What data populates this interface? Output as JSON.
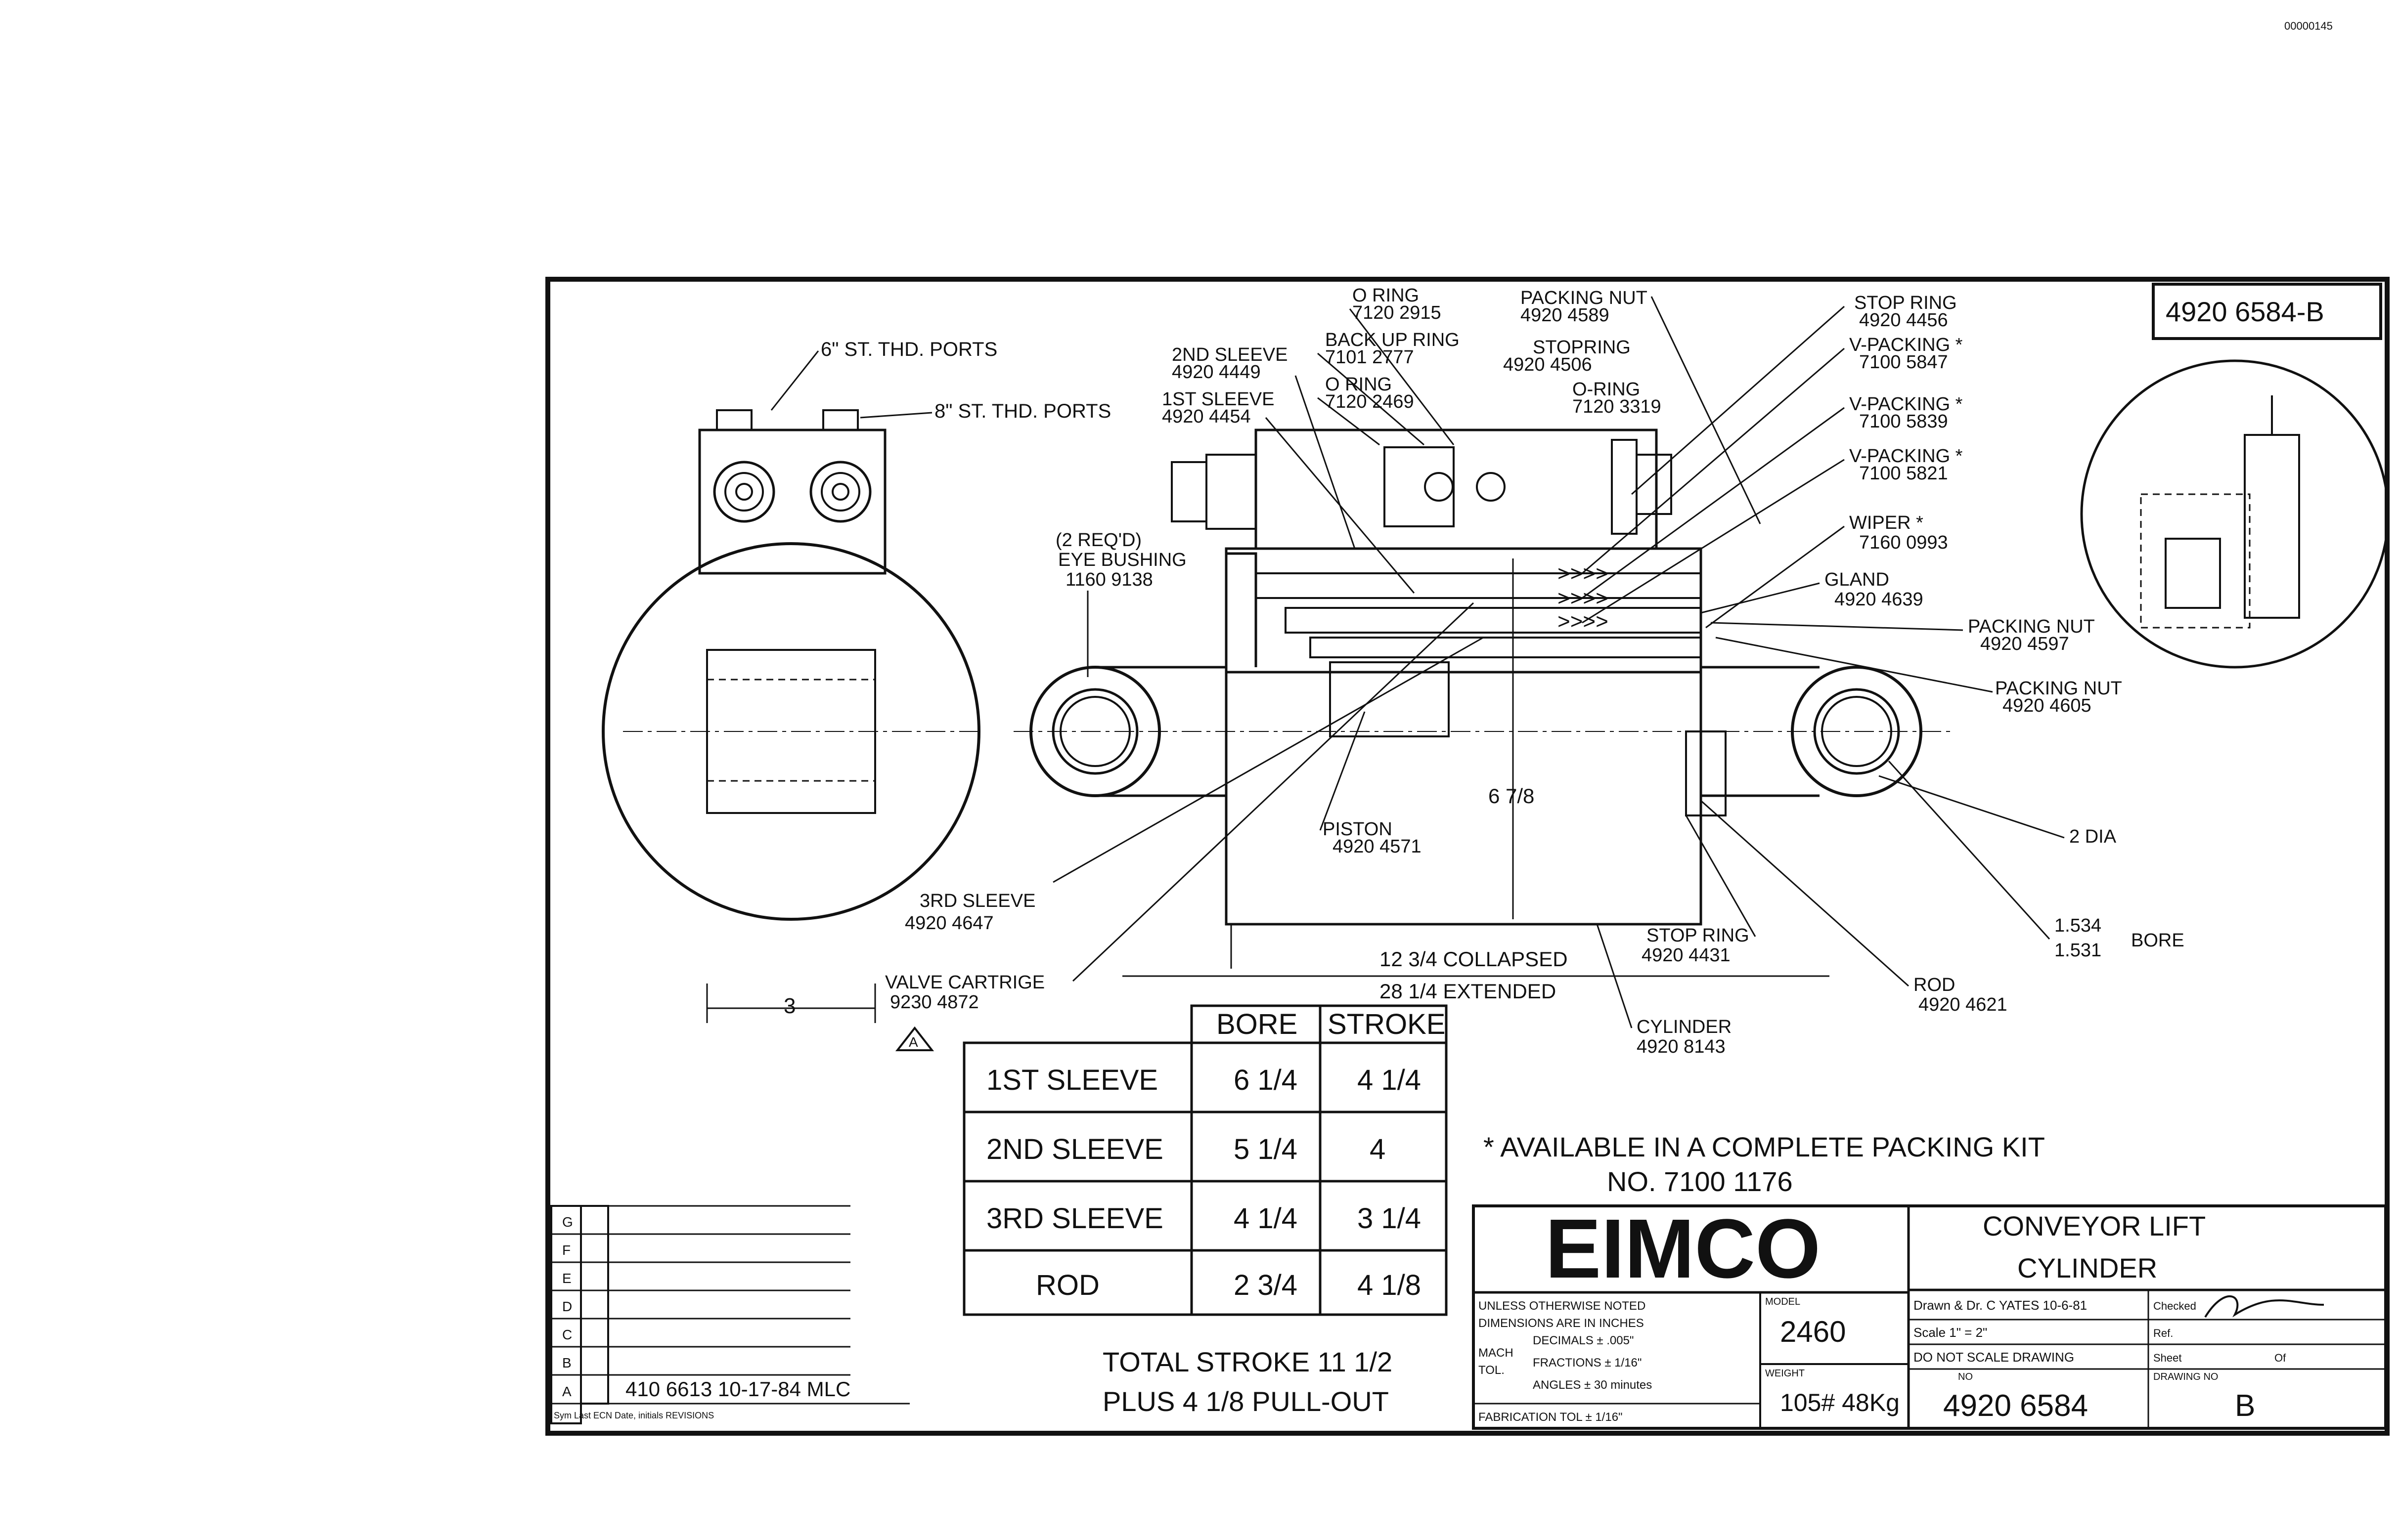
{
  "drawing": {
    "number_box": "4920 6584-B",
    "corner_stamp": "00000145",
    "ports": {
      "left": "6\" ST. THD. PORTS",
      "right": "8\" ST. THD. PORTS"
    },
    "top_view_dim": "3",
    "callouts": {
      "oring_a": "O RING",
      "oring_a_no": "7120 2915",
      "backup": "BACK UP RING",
      "backup_no": "7101 2777",
      "oring_b": "O RING",
      "oring_b_no": "7120 2469",
      "sleeve2": "2ND SLEEVE",
      "sleeve2_no": "4920 4449",
      "sleeve1": "1ST SLEEVE",
      "sleeve1_no": "4920 4454",
      "packing_nut_top": "PACKING NUT",
      "packing_nut_top_no": "4920 4589",
      "stopring_top": "STOPRING",
      "stopring_top_no": "4920 4506",
      "oring_c": "O-RING",
      "oring_c_no": "7120 3319",
      "stop_ring_r": "STOP RING",
      "stop_ring_r_no": "4920 4456",
      "vpack1": "V-PACKING *",
      "vpack1_no": "7100 5847",
      "vpack2": "V-PACKING *",
      "vpack2_no": "7100 5839",
      "vpack3": "V-PACKING *",
      "vpack3_no": "7100 5821",
      "wiper": "WIPER *",
      "wiper_no": "7160 0993",
      "gland": "GLAND",
      "gland_no": "4920 4639",
      "packnut2": "PACKING NUT",
      "packnut2_no": "4920 4597",
      "packnut3": "PACKING NUT",
      "packnut3_no": "4920 4605",
      "eye_req": "(2 REQ'D)",
      "eye": "EYE BUSHING",
      "eye_no": "1160 9138",
      "piston": "PISTON",
      "piston_no": "4920 4571",
      "sleeve3": "3RD SLEEVE",
      "sleeve3_no": "4920 4647",
      "valve": "VALVE CARTRIGE",
      "valve_no": "9230 4872",
      "rev_tri": "A",
      "dia": "2 DIA",
      "bore_top": "1.534",
      "bore_bot": "1.531",
      "bore": "BORE",
      "stop_ring_b": "STOP RING",
      "stop_ring_b_no": "4920 4431",
      "rod": "ROD",
      "rod_no": "4920 4621",
      "cylinder": "CYLINDER",
      "cylinder_no": "4920 8143",
      "height_dim": "6 7/8",
      "collapsed": "12 3/4 COLLAPSED",
      "extended": "28 1/4 EXTENDED"
    },
    "table": {
      "headers": [
        "BORE",
        "STROKE"
      ],
      "rows": [
        {
          "name": "1ST SLEEVE",
          "bore": "6 1/4",
          "stroke": "4 1/4"
        },
        {
          "name": "2ND SLEEVE",
          "bore": "5 1/4",
          "stroke": "4"
        },
        {
          "name": "3RD SLEEVE",
          "bore": "4 1/4",
          "stroke": "3 1/4"
        },
        {
          "name": "ROD",
          "bore": "2 3/4",
          "stroke": "4 1/8"
        }
      ]
    },
    "total_stroke_1": "TOTAL STROKE 11 1/2",
    "total_stroke_2": "PLUS 4 1/8 PULL-OUT",
    "kit_note_1": "* AVAILABLE IN A COMPLETE PACKING KIT",
    "kit_note_2": "NO. 7100 1176",
    "revisions": {
      "letters": [
        "G",
        "F",
        "E",
        "D",
        "C",
        "B",
        "A"
      ],
      "entry_a": "410 6613 10-17-84 MLC",
      "footer": "Sym Last ECN Date, initials REVISIONS"
    },
    "title_block": {
      "company": "EIMCO",
      "title_1": "CONVEYOR LIFT",
      "title_2": "CYLINDER",
      "tol_1": "UNLESS OTHERWISE NOTED",
      "tol_2": "DIMENSIONS ARE IN INCHES",
      "mach": "MACH",
      "tol": "TOL.",
      "decimals": "DECIMALS ± .005\"",
      "fractions": "FRACTIONS ± 1/16\"",
      "angles": "ANGLES ± 30 minutes",
      "fab": "FABRICATION TOL ± 1/16\"",
      "model_lbl": "MODEL",
      "model": "2460",
      "weight_lbl": "WEIGHT",
      "weight": "105# 48Kg",
      "drawn": "Drawn & Dr. C YATES 10-6-81",
      "checked_lbl": "Checked",
      "scale": "Scale 1\" = 2\"",
      "ref_lbl": "Ref.",
      "do_not_scale": "DO NOT SCALE DRAWING",
      "sheet_lbl": "Sheet",
      "of_lbl": "Of",
      "no_lbl": "NO",
      "dwg_no": "4920 6584",
      "drawing_no_lbl": "DRAWING NO",
      "rev": "B"
    }
  }
}
